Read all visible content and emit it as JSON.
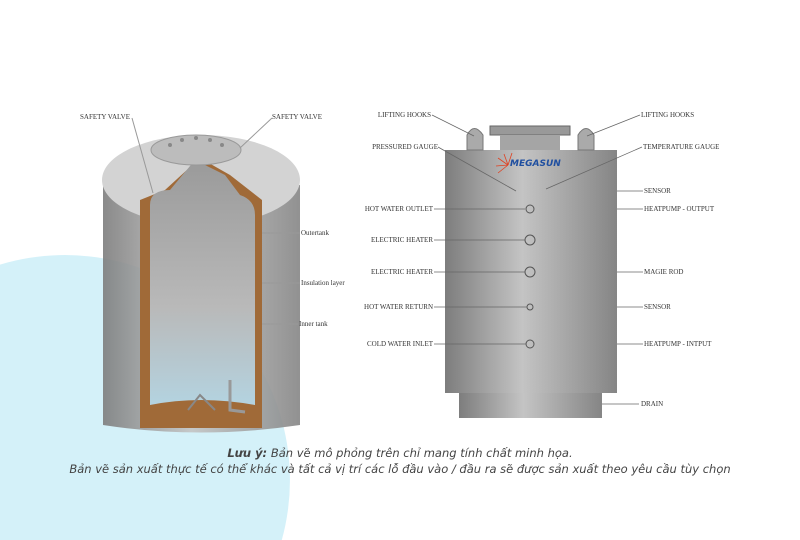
{
  "colors": {
    "accent_circle": "#cdeef8",
    "tank_grey": "#a9a9a9",
    "insulation": "#a06a38"
  },
  "cutaway": {
    "labels": {
      "safety_valve_left": "SAFETY VALVE",
      "safety_valve_right": "SAFETY VALVE",
      "outertank": "Outertank",
      "insulation_layer": "Insulation layer",
      "inner_tank": "Inner tank"
    }
  },
  "elevation": {
    "logo": "MEGASUN",
    "labels": {
      "lifting_hooks_left": "LIFTING HOOKS",
      "lifting_hooks_right": "LIFTING HOOKS",
      "pressured_gauge": "PRESSURED GAUGE",
      "temperature_gauge": "TEMPERATURE GAUGE",
      "sensor_top": "SENSOR",
      "heatpump_output": "HEATPUMP - OUTPUT",
      "hot_water_outlet": "HOT WATER OUTLET",
      "electric_heater_1": "ELECTRIC HEATER",
      "electric_heater_2": "ELECTRIC HEATER",
      "magie_rod": "MAGIE ROD",
      "hot_water_return": "HOT WATER RETURN",
      "sensor_bottom": "SENSOR",
      "cold_water_inlet": "COLD WATER INLET",
      "heatpump_input": "HEATPUMP - INTPUT",
      "drain": "DRAIN"
    }
  },
  "caption": {
    "note_label": "Lưu ý:",
    "line1": "Bản vẽ mô phỏng trên chỉ mang tính chất minh họa.",
    "line2": "Bản vẽ sản xuất thực tế có thể khác và tất cả vị trí các lỗ đầu vào / đầu ra sẽ được sản xuất theo yêu cầu tùy chọn"
  }
}
